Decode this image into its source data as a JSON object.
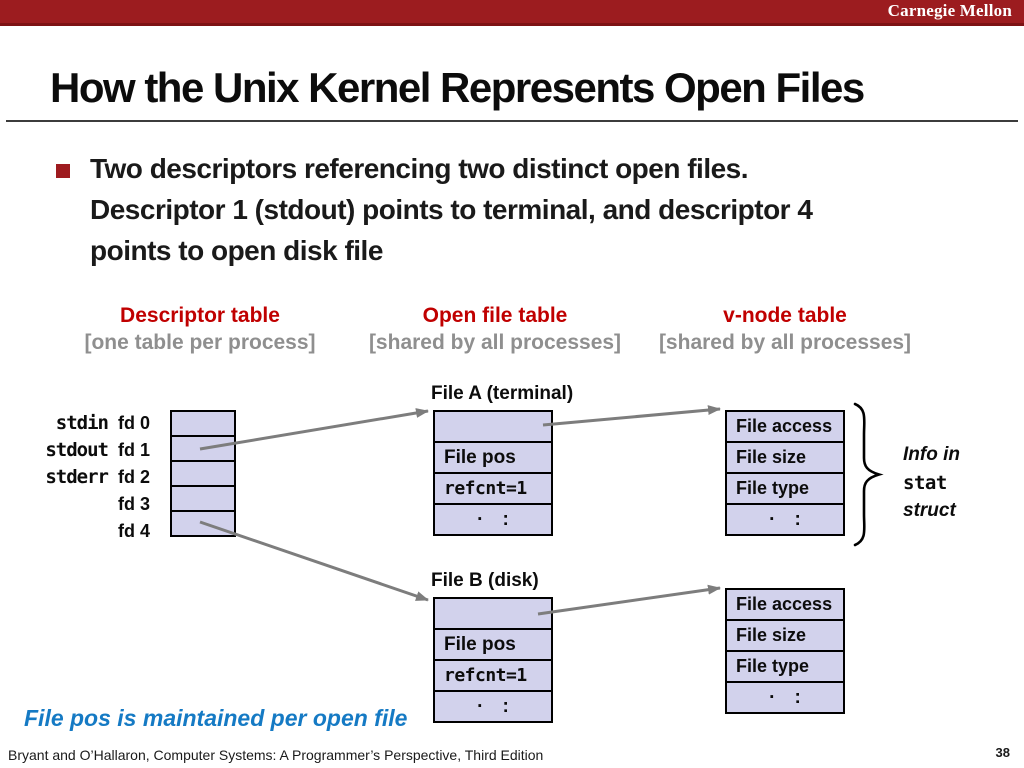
{
  "banner": {
    "brand": "Carnegie Mellon"
  },
  "title": "How the Unix Kernel Represents Open Files",
  "bullet": {
    "lines": [
      "Two descriptors referencing two distinct open files.",
      "Descriptor 1 (stdout) points to terminal, and descriptor 4",
      "points to open disk file"
    ]
  },
  "columns": {
    "descriptor": {
      "title": "Descriptor table",
      "subtitle": "[one table per process]"
    },
    "open_file": {
      "title": "Open file table",
      "subtitle": "[shared by all processes]"
    },
    "vnode": {
      "title": "v-node table",
      "subtitle": "[shared by all processes]"
    }
  },
  "descriptor_table": {
    "std_labels": [
      "stdin",
      "stdout",
      "stderr"
    ],
    "fd_labels": [
      "fd 0",
      "fd 1",
      "fd 2",
      "fd 3",
      "fd 4"
    ]
  },
  "file_a": {
    "heading": "File A (terminal)",
    "file_pos": "File pos",
    "refcnt": "refcnt=1",
    "dots": "· :"
  },
  "file_b": {
    "heading": "File B (disk)",
    "file_pos": "File pos",
    "refcnt": "refcnt=1",
    "dots": "· :"
  },
  "vnode_a": {
    "rows": [
      "File access",
      "File size",
      "File type"
    ],
    "dots": "· :"
  },
  "vnode_b": {
    "rows": [
      "File access",
      "File size",
      "File type"
    ],
    "dots": "· :"
  },
  "stat_note": {
    "lines": [
      "Info in",
      "stat",
      "struct"
    ]
  },
  "note": "File pos is maintained per open file",
  "footer": {
    "credit": "Bryant and O’Hallaron, Computer Systems: A Programmer’s Perspective, Third Edition",
    "page": "38"
  },
  "colors": {
    "banner_red": "#9c1c1f",
    "heading_red": "#c00000",
    "accent_blue": "#0d74c5",
    "cell_fill": "#d2d2ec",
    "arrow_gray": "#7d7d7d",
    "subtitle_gray": "#8f8f8f"
  }
}
